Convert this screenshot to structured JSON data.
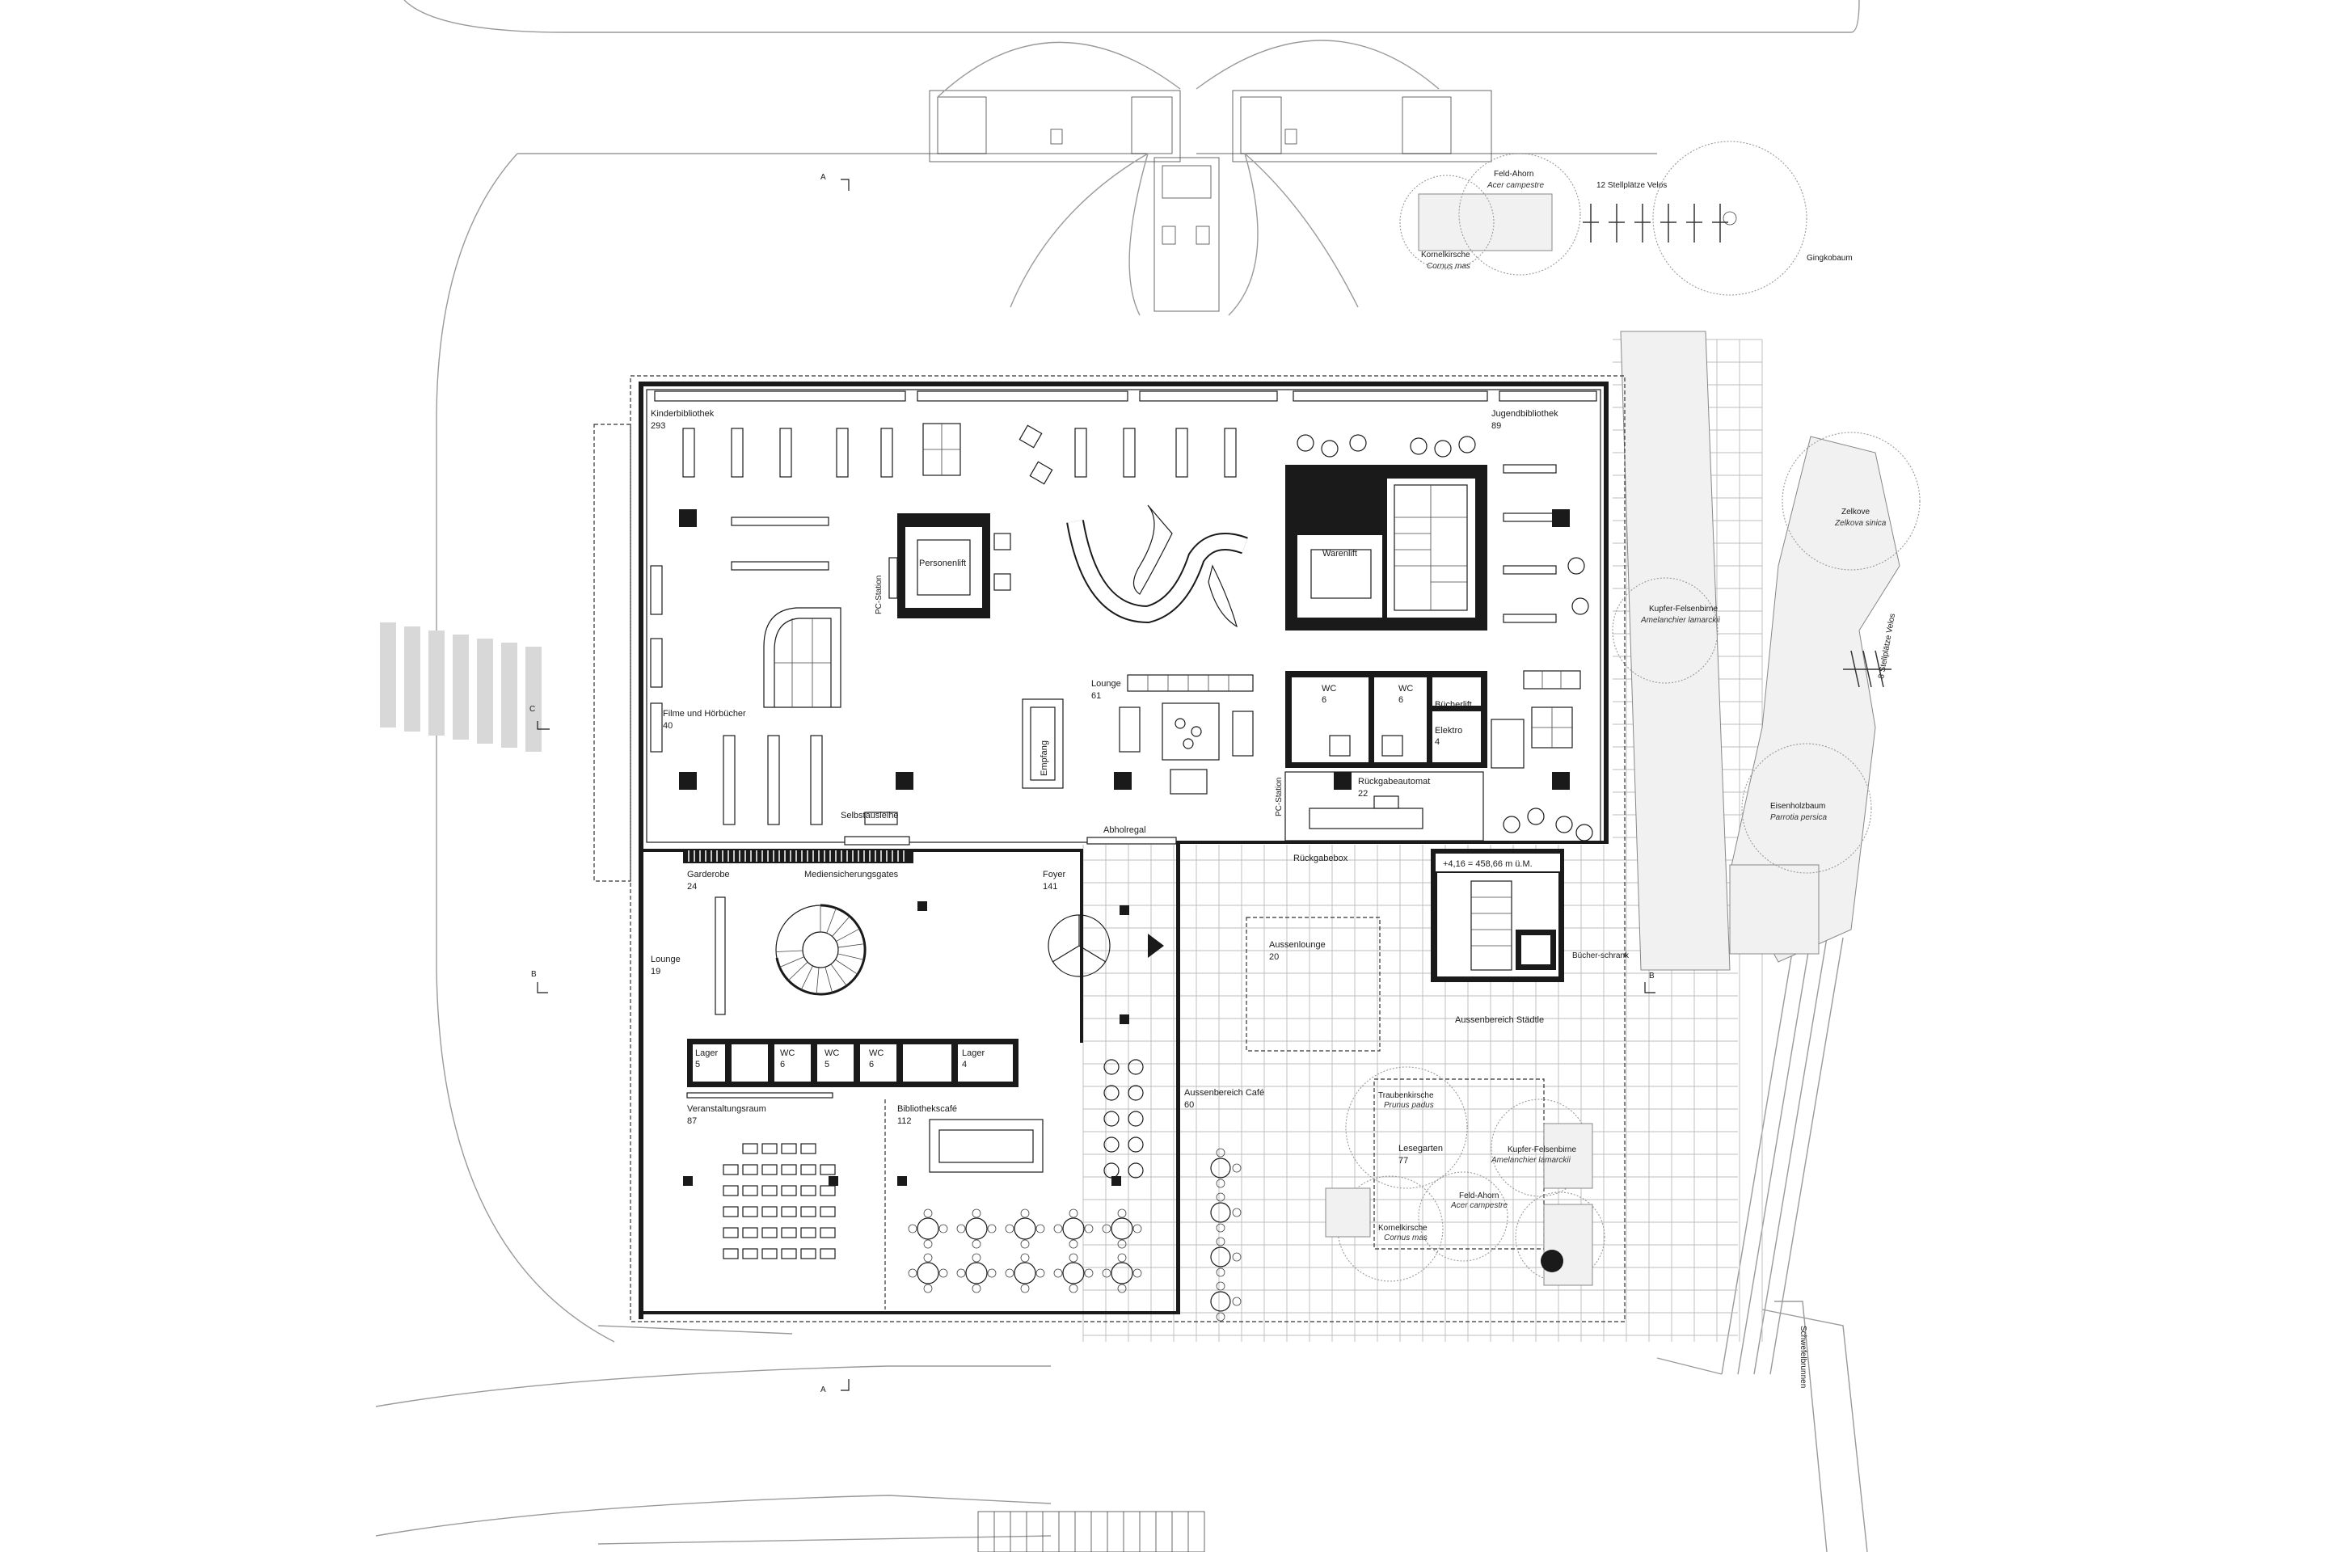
{
  "plan": {
    "rooms": {
      "kinderbibliothek": {
        "name": "Kinderbibliothek",
        "num": "293"
      },
      "jugendbibliothek": {
        "name": "Jugendbibliothek",
        "num": "89"
      },
      "personenlift": "Personenlift",
      "warenlift": "Warenlift",
      "pc_station": "PC-Station",
      "pc_station_2": "PC-Station",
      "filme": {
        "name": "Filme und Hörbücher",
        "num": "40"
      },
      "lounge_61": {
        "name": "Lounge",
        "num": "61"
      },
      "empfang": "Empfang",
      "wc_a": {
        "name": "WC",
        "num": "6"
      },
      "wc_b": {
        "name": "WC",
        "num": "6"
      },
      "buecherlift": "Bücherlift",
      "elektro": {
        "name": "Elektro",
        "num": "4"
      },
      "rueckgabeautomat": {
        "name": "Rückgabeautomat",
        "num": "22"
      },
      "selbstausleihe": "Selbstausleihe",
      "abholregal": "Abholregal",
      "rueckgabebox": "Rückgabebox",
      "level": "+4,16 = 458,66 m ü.M.",
      "garderobe": {
        "name": "Garderobe",
        "num": "24"
      },
      "mediensicherung": "Mediensicherungsgates",
      "foyer": {
        "name": "Foyer",
        "num": "141"
      },
      "aussenlounge": {
        "name": "Aussenlounge",
        "num": "20"
      },
      "buecherschrank": "Bücher-schrank",
      "lounge_19": {
        "name": "Lounge",
        "num": "19"
      },
      "aussenbereich_staedtle": "Aussenbereich Städtle",
      "lager_a": {
        "name": "Lager",
        "num": "5"
      },
      "wc_c": {
        "name": "WC",
        "num": "6"
      },
      "wc_d": {
        "name": "WC",
        "num": "5"
      },
      "wc_e": {
        "name": "WC",
        "num": "6"
      },
      "lager_b": {
        "name": "Lager",
        "num": "4"
      },
      "veranstaltungsraum": {
        "name": "Veranstaltungsraum",
        "num": "87"
      },
      "bibliothekscafe": {
        "name": "Bibliothekscafé",
        "num": "112"
      },
      "aussenbereich_cafe": {
        "name": "Aussenbereich Café",
        "num": "60"
      },
      "lesegarten": {
        "name": "Lesegarten",
        "num": "77"
      }
    },
    "trees": {
      "feldahorn_top": {
        "name": "Feld-Ahorn",
        "latin": "Acer campestre"
      },
      "kornelkirsche_top": {
        "name": "Kornelkirsche",
        "latin": "Cornus mas"
      },
      "velos_12": "12 Stellplätze Velos",
      "gingkobaum": "Gingkobaum",
      "zelkove": {
        "name": "Zelkove",
        "latin": "Zelkova sinica"
      },
      "kupfer_right": {
        "name": "Kupfer-Felsenbirne",
        "latin": "Amelanchier lamarckii"
      },
      "velos_8": "8 Stellplätze Velos",
      "eisenholzbaum": {
        "name": "Eisenholzbaum",
        "latin": "Parrotia persica"
      },
      "traubenkirsche": {
        "name": "Traubenkirsche",
        "latin": "Prunus padus"
      },
      "kupfer_garden": {
        "name": "Kupfer-Felsenbirne",
        "latin": "Amelanchier lamarckii"
      },
      "feldahorn_garden": {
        "name": "Feld-Ahorn",
        "latin": "Acer campestre"
      },
      "kornelkirsche_garden": {
        "name": "Kornelkirsche",
        "latin": "Cornus mas"
      }
    },
    "street": "Schwefelbrunnen",
    "section_marks": {
      "a": "A",
      "b": "B",
      "c": "C"
    }
  }
}
